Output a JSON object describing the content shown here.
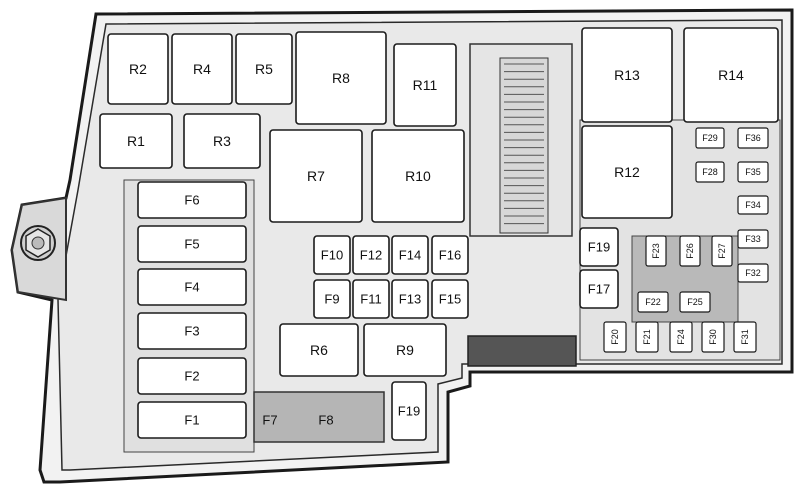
{
  "relays_large": [
    {
      "id": "R2"
    },
    {
      "id": "R4"
    },
    {
      "id": "R5"
    },
    {
      "id": "R8"
    },
    {
      "id": "R11"
    },
    {
      "id": "R1"
    },
    {
      "id": "R3"
    },
    {
      "id": "R7"
    },
    {
      "id": "R10"
    },
    {
      "id": "R13"
    },
    {
      "id": "R14"
    },
    {
      "id": "R12"
    },
    {
      "id": "R6"
    },
    {
      "id": "R9"
    }
  ],
  "fuses_left": [
    "F6",
    "F5",
    "F4",
    "F3",
    "F2",
    "F1"
  ],
  "fuses_center_top": [
    "F10",
    "F12",
    "F14",
    "F16"
  ],
  "fuses_center_bottom": [
    "F9",
    "F11",
    "F13",
    "F15"
  ],
  "fuses_right_mid": [
    "F19",
    "F17"
  ],
  "fuse_lower_f19": "F19",
  "fuses_bottom_block": [
    "F7",
    "F8"
  ],
  "mini_fuses_right": [
    "F29",
    "F36",
    "F28",
    "F35",
    "F34",
    "F33",
    "F32"
  ],
  "mini_fuses_vertical": [
    "F23",
    "F26",
    "F27"
  ],
  "mini_fuses_horizontal": [
    "F22",
    "F25"
  ],
  "mini_fuses_bottom": [
    "F20",
    "F21",
    "F24",
    "F30",
    "F31"
  ]
}
